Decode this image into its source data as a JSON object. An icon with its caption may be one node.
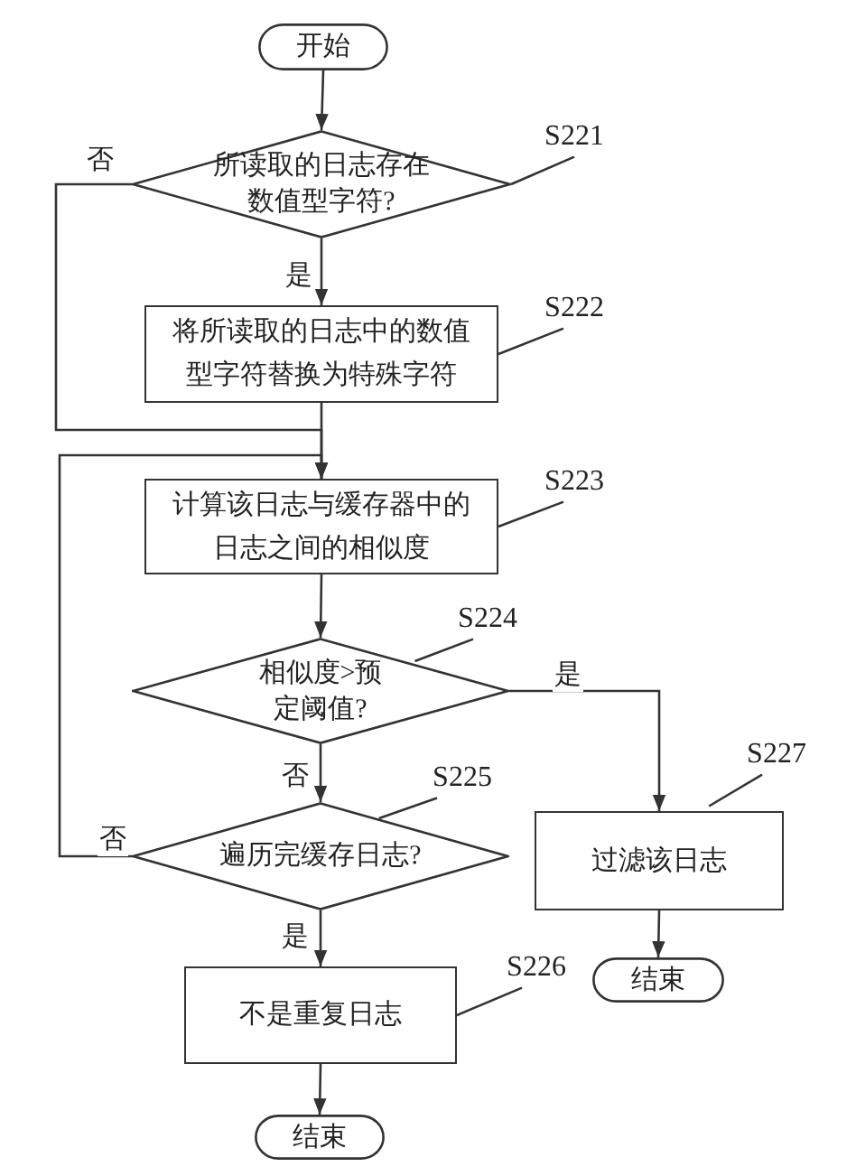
{
  "diagram": {
    "nodes": [
      {
        "text": [
          "开始"
        ]
      },
      {
        "text": [
          "所读取的日志存在数值型字符?"
        ]
      },
      {
        "text": [
          "将所读取的日志中的数值型字符替换为特殊字符"
        ]
      },
      {
        "text": [
          "计算该日志与缓存器中的日志之间的相似度"
        ]
      },
      {
        "text": [
          "相似度>预定阈值?"
        ]
      },
      {
        "text": [
          "遍历完缓存日志?"
        ]
      },
      {
        "text": [
          "不是重复日志"
        ]
      },
      {
        "text": [
          "结束"
        ]
      },
      {
        "text": [
          "过滤该日志"
        ]
      },
      {
        "text": [
          "结束"
        ]
      },
      {
        "text": [
          "S221"
        ]
      },
      {
        "text": [
          "S222"
        ]
      },
      {
        "text": [
          "S223"
        ]
      },
      {
        "text": [
          "S224"
        ]
      },
      {
        "text": [
          "S225"
        ]
      },
      {
        "text": [
          "S226"
        ]
      },
      {
        "text": [
          "S227"
        ]
      }
    ],
    "edges": [
      {
        "from": 0,
        "to": 1,
        "arrow": "to"
      },
      {
        "from": 1,
        "to": 2,
        "arrow": "to",
        "label": "是"
      },
      {
        "from": 1,
        "to": 3,
        "arrow": "to",
        "label": "否"
      },
      {
        "from": 2,
        "to": 3,
        "arrow": "to"
      },
      {
        "from": 5,
        "to": 3,
        "arrow": "to",
        "label": "否"
      },
      {
        "from": 3,
        "to": 4,
        "arrow": "to"
      },
      {
        "from": 4,
        "to": 5,
        "arrow": "to",
        "label": "否"
      },
      {
        "from": 4,
        "to": 8,
        "arrow": "to",
        "label": "是"
      },
      {
        "from": 5,
        "to": 6,
        "arrow": "to",
        "label": "是"
      },
      {
        "from": 6,
        "to": 7,
        "arrow": "to"
      },
      {
        "from": 8,
        "to": 9,
        "arrow": "to"
      },
      {
        "from": 10,
        "to": 1,
        "arrow": "none"
      },
      {
        "from": 11,
        "to": 2,
        "arrow": "none"
      },
      {
        "from": 12,
        "to": 3,
        "arrow": "none"
      },
      {
        "from": 13,
        "to": 4,
        "arrow": "none"
      },
      {
        "from": 14,
        "to": 5,
        "arrow": "none"
      },
      {
        "from": 15,
        "to": 6,
        "arrow": "none"
      },
      {
        "from": 16,
        "to": 8,
        "arrow": "none"
      }
    ]
  }
}
